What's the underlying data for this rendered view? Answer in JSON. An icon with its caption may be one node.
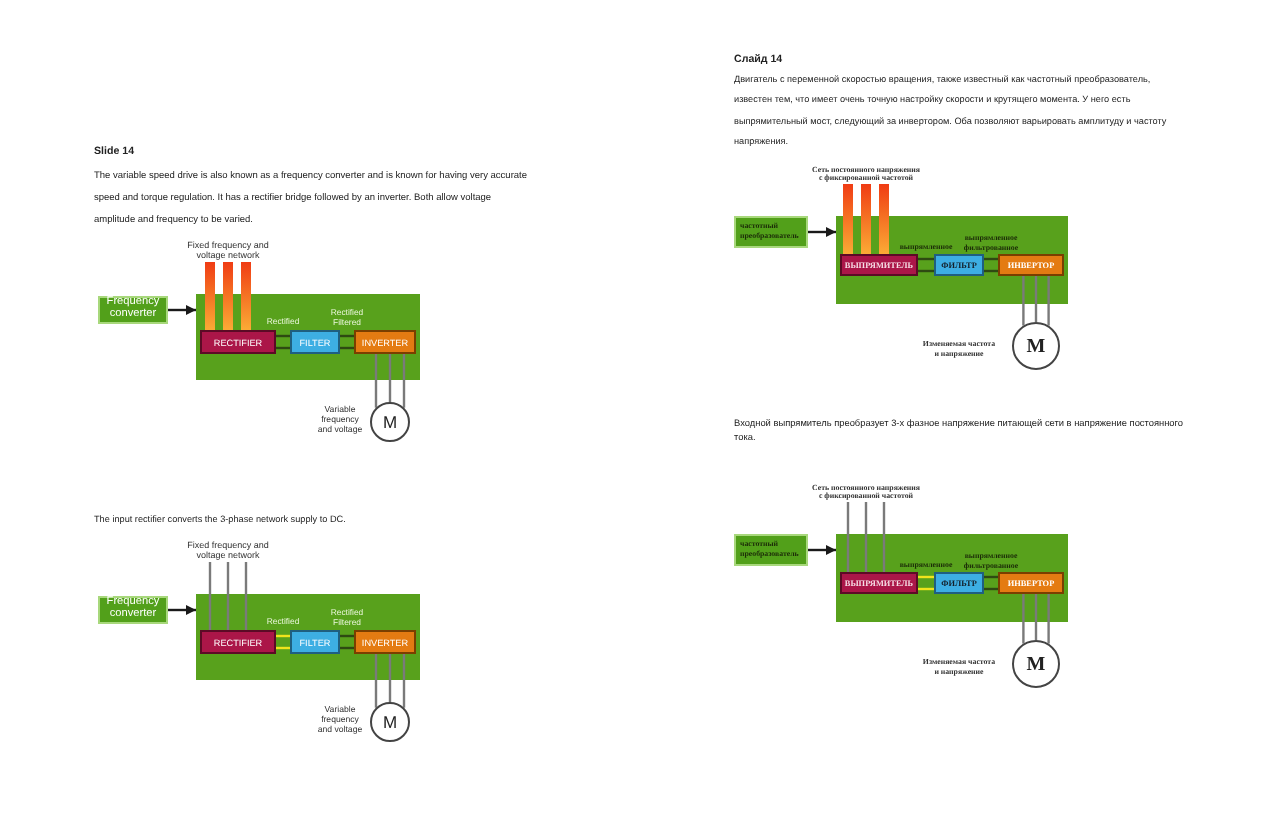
{
  "diagram": {
    "nodes": [
      {
        "text": [
          "Fixed frequency and voltage network"
        ]
      },
      {
        "text": [
          "Frequency converter"
        ]
      },
      {
        "text": [],
        "shape": "box"
      },
      {
        "text": [
          "RECTIFIER"
        ],
        "in": 2
      },
      {
        "text": [
          "FILTER"
        ],
        "in": 2
      },
      {
        "text": [
          "INVERTER"
        ],
        "in": 2
      },
      {
        "text": [
          "M"
        ],
        "beside": [
          "Variable frequency and voltage"
        ]
      },
      {
        "text": [
          "Fixed frequency and voltage network"
        ]
      },
      {
        "text": [
          "Frequency converter"
        ]
      },
      {
        "text": [],
        "shape": "box"
      },
      {
        "text": [
          "RECTIFIER"
        ],
        "in": 9
      },
      {
        "text": [
          "FILTER"
        ],
        "in": 9
      },
      {
        "text": [
          "INVERTER"
        ],
        "in": 9
      },
      {
        "text": [
          "M"
        ],
        "beside": [
          "Variable frequency and voltage"
        ]
      },
      {
        "text": [
          "Сеть постоянного напряжения с фиксированной частотой"
        ]
      },
      {
        "text": [
          "частотный преобразователь"
        ]
      },
      {
        "text": [],
        "shape": "box"
      },
      {
        "text": [
          "ВЫПРЯМИТЕЛЬ"
        ],
        "in": 16
      },
      {
        "text": [
          "ФИЛЬТР"
        ],
        "in": 16
      },
      {
        "text": [
          "ИНВЕРТОР"
        ],
        "in": 16
      },
      {
        "text": [
          "M"
        ],
        "beside": [
          "Изменяемая частота и напряжение"
        ]
      },
      {
        "text": [
          "Сеть постоянного напряжения с фиксированной частотой"
        ]
      },
      {
        "text": [
          "частотный преобразователь"
        ]
      },
      {
        "text": [],
        "shape": "box"
      },
      {
        "text": [
          "ВЫПРЯМИТЕЛЬ"
        ],
        "in": 23
      },
      {
        "text": [
          "ФИЛЬТР"
        ],
        "in": 23
      },
      {
        "text": [
          "ИНВЕРТОР"
        ],
        "in": 23
      },
      {
        "text": [
          "M"
        ],
        "beside": [
          "Изменяемая частота и напряжение"
        ]
      }
    ],
    "edges": [
      {
        "from": 1,
        "to": 2,
        "arrow": "to",
        "color": "#1a1a1a"
      },
      {
        "from": 0,
        "to": 3,
        "arrow": "none",
        "style": "thick",
        "color": "#f03c14"
      },
      {
        "from": 0,
        "to": 3,
        "arrow": "none",
        "style": "thick",
        "color": "#f03c14"
      },
      {
        "from": 0,
        "to": 3,
        "arrow": "none",
        "style": "thick",
        "color": "#f03c14"
      },
      {
        "from": 3,
        "to": 4,
        "arrow": "none",
        "label": "Rectified",
        "color": "#2e4a12"
      },
      {
        "from": 3,
        "to": 4,
        "arrow": "none",
        "color": "#2e4a12"
      },
      {
        "from": 4,
        "to": 5,
        "arrow": "none",
        "label": "Rectified Filtered",
        "color": "#2e4a12"
      },
      {
        "from": 4,
        "to": 5,
        "arrow": "none",
        "color": "#2e4a12"
      },
      {
        "from": 5,
        "to": 6,
        "arrow": "none"
      },
      {
        "from": 5,
        "to": 6,
        "arrow": "none"
      },
      {
        "from": 5,
        "to": 6,
        "arrow": "none"
      },
      {
        "from": 8,
        "to": 9,
        "arrow": "to",
        "color": "#1a1a1a"
      },
      {
        "from": 7,
        "to": 10,
        "arrow": "none"
      },
      {
        "from": 7,
        "to": 10,
        "arrow": "none"
      },
      {
        "from": 7,
        "to": 10,
        "arrow": "none"
      },
      {
        "from": 10,
        "to": 11,
        "arrow": "none",
        "label": "Rectified",
        "color": "#f0e41c"
      },
      {
        "from": 10,
        "to": 11,
        "arrow": "none",
        "color": "#f0e41c"
      },
      {
        "from": 11,
        "to": 12,
        "arrow": "none",
        "label": "Rectified Filtered",
        "color": "#2e4a12"
      },
      {
        "from": 11,
        "to": 12,
        "arrow": "none",
        "color": "#2e4a12"
      },
      {
        "from": 12,
        "to": 13,
        "arrow": "none"
      },
      {
        "from": 12,
        "to": 13,
        "arrow": "none"
      },
      {
        "from": 12,
        "to": 13,
        "arrow": "none"
      },
      {
        "from": 15,
        "to": 16,
        "arrow": "to",
        "color": "#1a1a1a"
      },
      {
        "from": 14,
        "to": 17,
        "arrow": "none",
        "style": "thick",
        "color": "#f03c14"
      },
      {
        "from": 14,
        "to": 17,
        "arrow": "none",
        "style": "thick",
        "color": "#f03c14"
      },
      {
        "from": 14,
        "to": 17,
        "arrow": "none",
        "style": "thick",
        "color": "#f03c14"
      },
      {
        "from": 17,
        "to": 18,
        "arrow": "none",
        "label": "выпрямленное",
        "color": "#2e4a12"
      },
      {
        "from": 17,
        "to": 18,
        "arrow": "none",
        "color": "#2e4a12"
      },
      {
        "from": 18,
        "to": 19,
        "arrow": "none",
        "label": "выпрямленное фильтрованное",
        "color": "#2e4a12"
      },
      {
        "from": 18,
        "to": 19,
        "arrow": "none",
        "color": "#2e4a12"
      },
      {
        "from": 19,
        "to": 20,
        "arrow": "none"
      },
      {
        "from": 19,
        "to": 20,
        "arrow": "none"
      },
      {
        "from": 19,
        "to": 20,
        "arrow": "none"
      },
      {
        "from": 22,
        "to": 23,
        "arrow": "to",
        "color": "#1a1a1a"
      },
      {
        "from": 21,
        "to": 24,
        "arrow": "none"
      },
      {
        "from": 21,
        "to": 24,
        "arrow": "none"
      },
      {
        "from": 21,
        "to": 24,
        "arrow": "none"
      },
      {
        "from": 24,
        "to": 25,
        "arrow": "none",
        "label": "выпрямленное",
        "color": "#f0e41c"
      },
      {
        "from": 24,
        "to": 25,
        "arrow": "none",
        "color": "#f0e41c"
      },
      {
        "from": 25,
        "to": 26,
        "arrow": "none",
        "label": "выпрямленное фильтрованное",
        "color": "#2e4a12"
      },
      {
        "from": 25,
        "to": 26,
        "arrow": "none",
        "color": "#2e4a12"
      },
      {
        "from": 26,
        "to": 27,
        "arrow": "none"
      },
      {
        "from": 26,
        "to": 27,
        "arrow": "none"
      },
      {
        "from": 26,
        "to": 27,
        "arrow": "none"
      }
    ],
    "labels": [
      "Slide 14",
      "The variable speed drive is also known as a frequency converter and is known for having very accurate speed and torque regulation. It has a rectifier bridge followed by an inverter. Both allow voltage amplitude and frequency to be varied.",
      "The input rectifier converts the 3-phase network supply to DC.",
      "Слайд 14",
      "Двигатель с переменной скоростью вращения, также известный как частотный преобразователь, известен тем, что имеет очень точную настройку скорости и крутящего момента. У него есть выпрямительный мост, следующий за инвертором. Оба позволяют варьировать амплитуду и частоту напряжения.",
      "Входной выпрямитель преобразует 3-х фазное напряжение питающей сети в напряжение постоянного тока."
    ]
  }
}
